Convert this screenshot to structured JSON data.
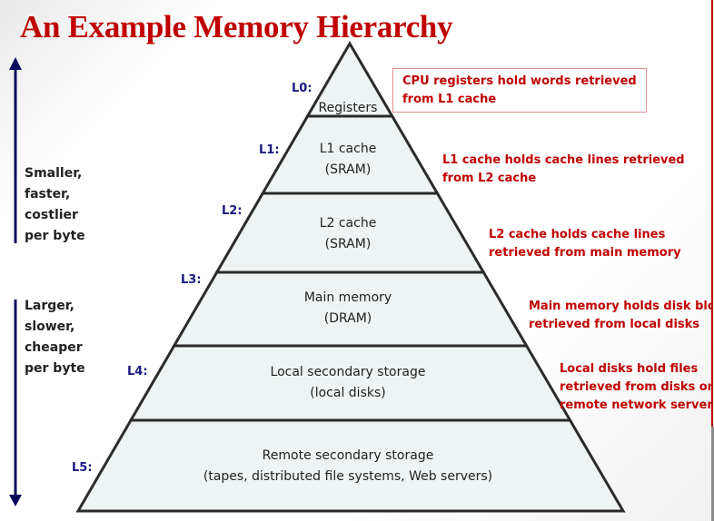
{
  "title": "An Example Memory Hierarchy",
  "colors": {
    "title": "#c00000",
    "level_label": "#1a1a80",
    "note_text": "#c00000",
    "arrow": "#0b0b5e",
    "layer_fill": "#eef3f3",
    "outline": "#2b2b2b"
  },
  "arrows": {
    "up": {
      "icon": "arrow-up-icon",
      "label_lines": [
        "Smaller,",
        "faster,",
        "costlier",
        "per byte"
      ]
    },
    "down": {
      "icon": "arrow-down-icon",
      "label_lines": [
        "Larger,",
        "slower,",
        "cheaper",
        "per byte"
      ]
    }
  },
  "levels": [
    {
      "id": "L0:",
      "name_lines": [
        "Registers"
      ],
      "note_lines": [
        "CPU registers hold words retrieved",
        "from L1 cache"
      ]
    },
    {
      "id": "L1:",
      "name_lines": [
        "L1 cache",
        "(SRAM)"
      ],
      "note_lines": [
        "L1 cache holds cache lines retrieved",
        "from L2 cache"
      ]
    },
    {
      "id": "L2:",
      "name_lines": [
        "L2 cache",
        "(SRAM)"
      ],
      "note_lines": [
        "L2 cache holds cache lines",
        "retrieved from main memory"
      ]
    },
    {
      "id": "L3:",
      "name_lines": [
        "Main memory",
        "(DRAM)"
      ],
      "note_lines": [
        "Main memory holds disk blocks",
        "retrieved from local disks"
      ]
    },
    {
      "id": "L4:",
      "name_lines": [
        "Local secondary storage",
        "(local disks)"
      ],
      "note_lines": [
        "Local disks hold files",
        "retrieved from disks on",
        "remote network servers"
      ]
    },
    {
      "id": "L5:",
      "name_lines": [
        "Remote secondary storage",
        "(tapes, distributed file systems, Web servers)"
      ],
      "note_lines": []
    }
  ]
}
